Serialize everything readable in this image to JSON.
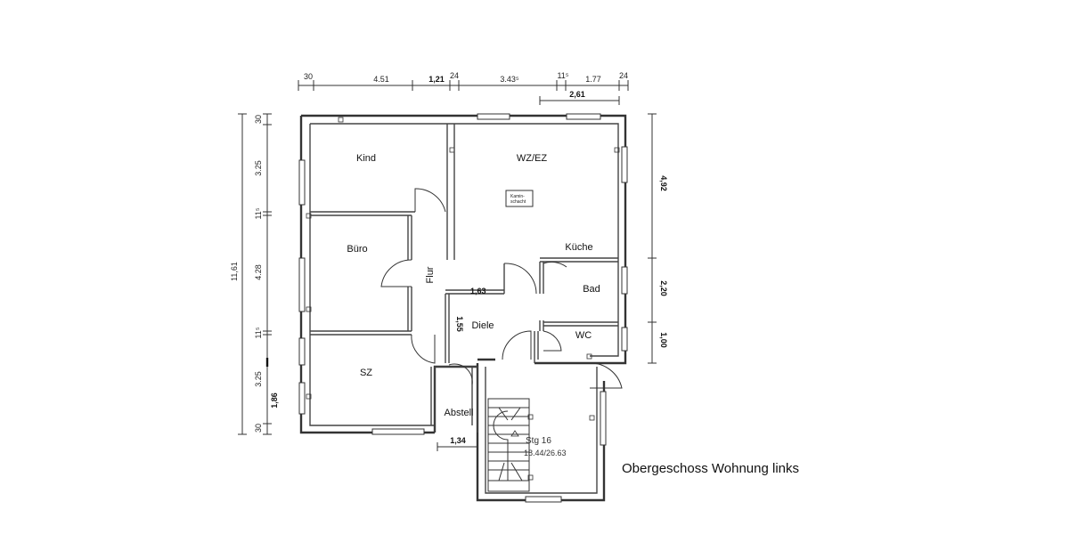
{
  "title": "Obergeschoss Wohnung links",
  "rooms": {
    "kind": "Kind",
    "wzez": "WZ/EZ",
    "buero": "Büro",
    "flur": "Flur",
    "kueche": "Küche",
    "bad": "Bad",
    "diele": "Diele",
    "wc": "WC",
    "sz": "SZ",
    "abstell": "Abstell"
  },
  "kaminschacht": [
    "Kamin-",
    "schacht"
  ],
  "stair": {
    "label": "Stg 16",
    "ratio": "18.44/26.63"
  },
  "top_dims": [
    "30",
    "4.51",
    "1,21",
    "24",
    "3.43⁵",
    "11⁵",
    "1.77",
    "24"
  ],
  "top_sub_dim": "2,61",
  "left_dims": [
    "30",
    "3.25",
    "11⁵",
    "4.28",
    "11⁵",
    "3.25",
    "30"
  ],
  "left_total": "11,61",
  "left_small": "1,86",
  "right_dims": [
    "4,92",
    "2,20",
    "1,00"
  ],
  "inner_dims": {
    "flur_width": "1,63",
    "diele_height": "1,55",
    "abstell_width": "1,34"
  }
}
